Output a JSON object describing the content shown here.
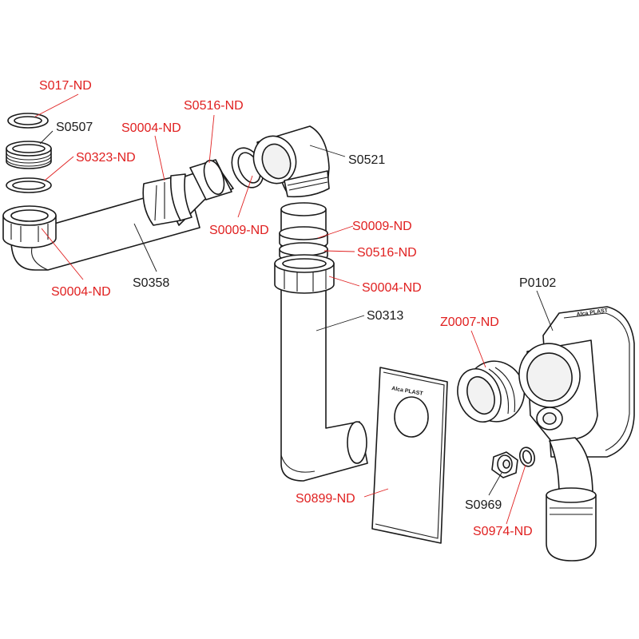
{
  "colors": {
    "line": "#1a1a1a",
    "label_red": "#e02020",
    "label_black": "#1a1a1a"
  },
  "labels": {
    "s017": "S017-ND",
    "s0507": "S0507",
    "s0323": "S0323-ND",
    "s0004_top": "S0004-ND",
    "s0516_top": "S0516-ND",
    "s0521": "S0521",
    "s0009_left": "S0009-ND",
    "s0004_left": "S0004-ND",
    "s0358": "S0358",
    "s0009_right": "S0009-ND",
    "s0516_right": "S0516-ND",
    "s0004_right": "S0004-ND",
    "p0102": "P0102",
    "s0313": "S0313",
    "z0007": "Z0007-ND",
    "s0899": "S0899-ND",
    "s0969": "S0969",
    "s0974": "S0974-ND"
  },
  "logos": {
    "plate": "Alca PLAST",
    "siphon": "Alca PLAST"
  }
}
